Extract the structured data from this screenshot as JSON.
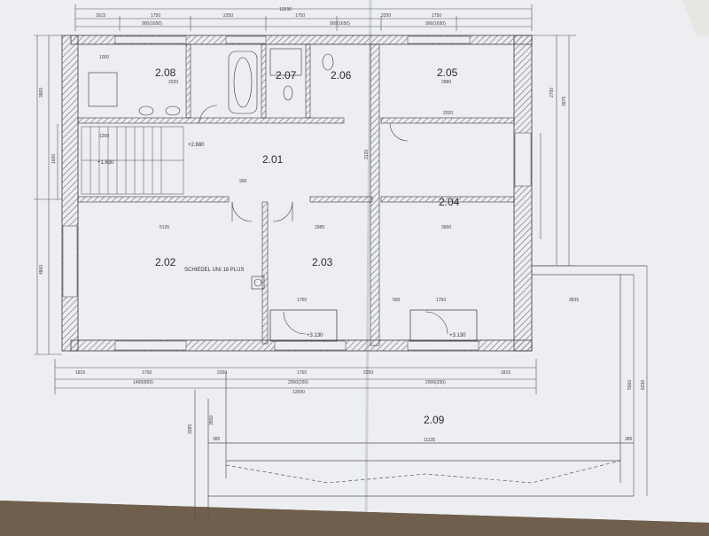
{
  "colors": {
    "paper": "#eef0f3",
    "line": "#3a3a3a",
    "hatch": "#8a8a8a",
    "background": "#6f5f4c"
  },
  "rooms": {
    "r208": "2.08",
    "r207": "2.07",
    "r206": "2.06",
    "r205": "2.05",
    "r201": "2.01",
    "r204": "2.04",
    "r202": "2.02",
    "r203": "2.03",
    "r209": "2.09"
  },
  "annotations": {
    "chimney": "SCHIEDEL UNI 18 PLUS",
    "level_stair": "+2.880",
    "level_landing": "+1.630",
    "level_balcony_left": "+3.130",
    "level_balcony_right": "+3.130"
  },
  "dimensions": {
    "top_total": "12590",
    "top_a": "1615",
    "top_b": "1750",
    "top_c": "2250",
    "top_d": "1750",
    "top_e": "2250",
    "top_f": "1750",
    "win_a": "900(1650)",
    "win_b": "900(1650)",
    "win_c": "900(1650)",
    "d_2000_2020": "2020",
    "d_1200": "1200",
    "d_1000": "1000",
    "d_900": "900",
    "d_2880": "2880",
    "d_2020_b": "2020",
    "d_3120": "3120",
    "d_3900": "3900",
    "d_5135": "5135",
    "d_2985": "2985",
    "d_1750_l": "1750",
    "d_1750_r": "1750",
    "d_900_s": "900",
    "d_2000_250": "2000(250)",
    "d_2000_250_b": "2000(250)",
    "d_1400_850": "1400(850)",
    "d_1815_b": "1815",
    "d_1750_b": "1750",
    "d_2250_b": "2250",
    "d_1750_b2": "1750",
    "d_2250_b2": "2250",
    "d_1815_b3": "1815",
    "bottom_total": "12590",
    "terrace_width": "11135",
    "d_385_l": "385",
    "d_385_r": "385",
    "d_3385": "3385",
    "d_3550": "3550",
    "left_4860": "4860",
    "left_3865": "3865",
    "left_1600": "1600",
    "right_2750": "2750",
    "right_5560": "5560",
    "right_6230": "6230",
    "right_3835": "3835",
    "right_3975": "3975"
  }
}
